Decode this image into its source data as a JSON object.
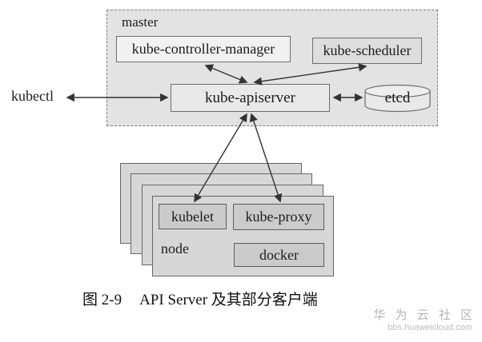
{
  "figure": {
    "master": {
      "label": "master",
      "controller_manager": "kube-controller-manager",
      "scheduler": "kube-scheduler",
      "apiserver": "kube-apiserver",
      "etcd": "etcd"
    },
    "kubectl": "kubectl",
    "node": {
      "label": "node",
      "kubelet": "kubelet",
      "kube_proxy": "kube-proxy",
      "docker": "docker"
    },
    "caption": {
      "figure_label": "图 2-9",
      "title": "API Server 及其部分客户端"
    },
    "watermark": {
      "name": "华 为 云 社 区",
      "url": "bbs.huaweicloud.com"
    },
    "colors": {
      "master_bg": "#e3e3e3",
      "controller_manager_bg": "#f1f1f1",
      "scheduler_bg": "#dddddd",
      "apiserver_bg": "#e9e9e9",
      "node_bg": "#d7d7d7",
      "inner_box_bg": "#cbcbcb",
      "arrow": "#333333",
      "watermark_gray": "#b4b4b4"
    }
  }
}
